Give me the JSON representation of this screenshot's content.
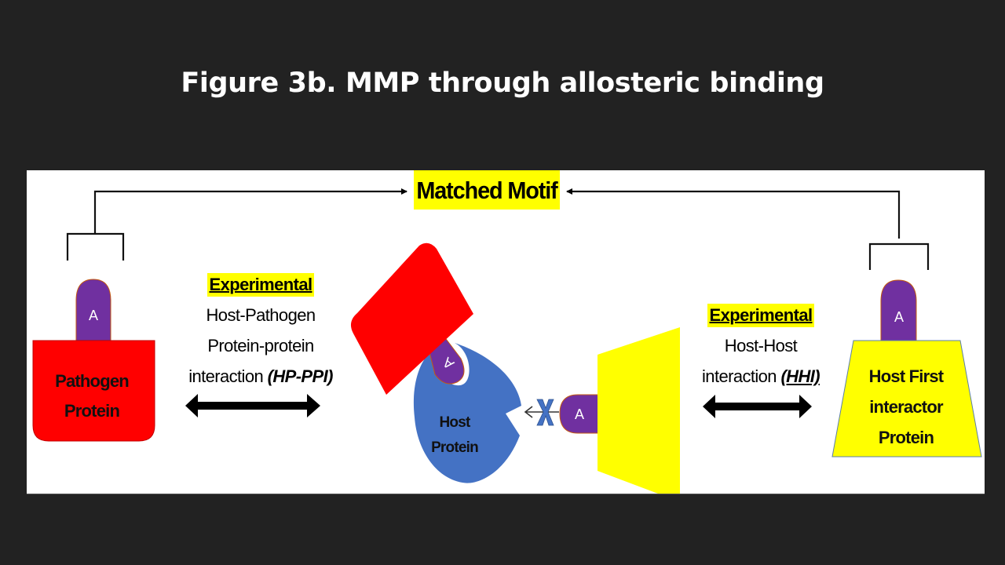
{
  "slide": {
    "title": "Figure 3b. MMP through allosteric binding",
    "background_color": "#222222"
  },
  "diagram": {
    "header": {
      "label": "Matched Motif",
      "highlight_color": "#ffff00"
    },
    "left_interaction": {
      "heading": "Experimental",
      "lines": [
        "Host-Pathogen",
        "Protein-protein",
        "interaction "
      ],
      "abbreviation": "(HP-PPI)",
      "arrow": "bidirectional"
    },
    "right_interaction": {
      "heading": "Experimental",
      "lines": [
        "Host-Host",
        "interaction "
      ],
      "abbreviation": "(HHI)",
      "arrow": "bidirectional"
    },
    "proteins": {
      "pathogen": {
        "label_lines": [
          "Pathogen",
          "Protein"
        ],
        "color": "#ff0000",
        "motif": "A"
      },
      "pathogen_bound": {
        "color": "#ff0000",
        "motif": "A"
      },
      "host": {
        "label_lines": [
          "Host",
          "Protein"
        ],
        "color": "#4472c4"
      },
      "host_first_interactor_blocked": {
        "color": "#ffff00",
        "motif": "A"
      },
      "host_first_interactor": {
        "label_lines": [
          "Host First",
          "interactor",
          "Protein"
        ],
        "color": "#ffff00",
        "motif": "A"
      }
    },
    "motif_color": "#7030a0",
    "blocked_marker": {
      "symbol": "X",
      "color": "#4472c4",
      "meaning": "binding blocked"
    }
  }
}
